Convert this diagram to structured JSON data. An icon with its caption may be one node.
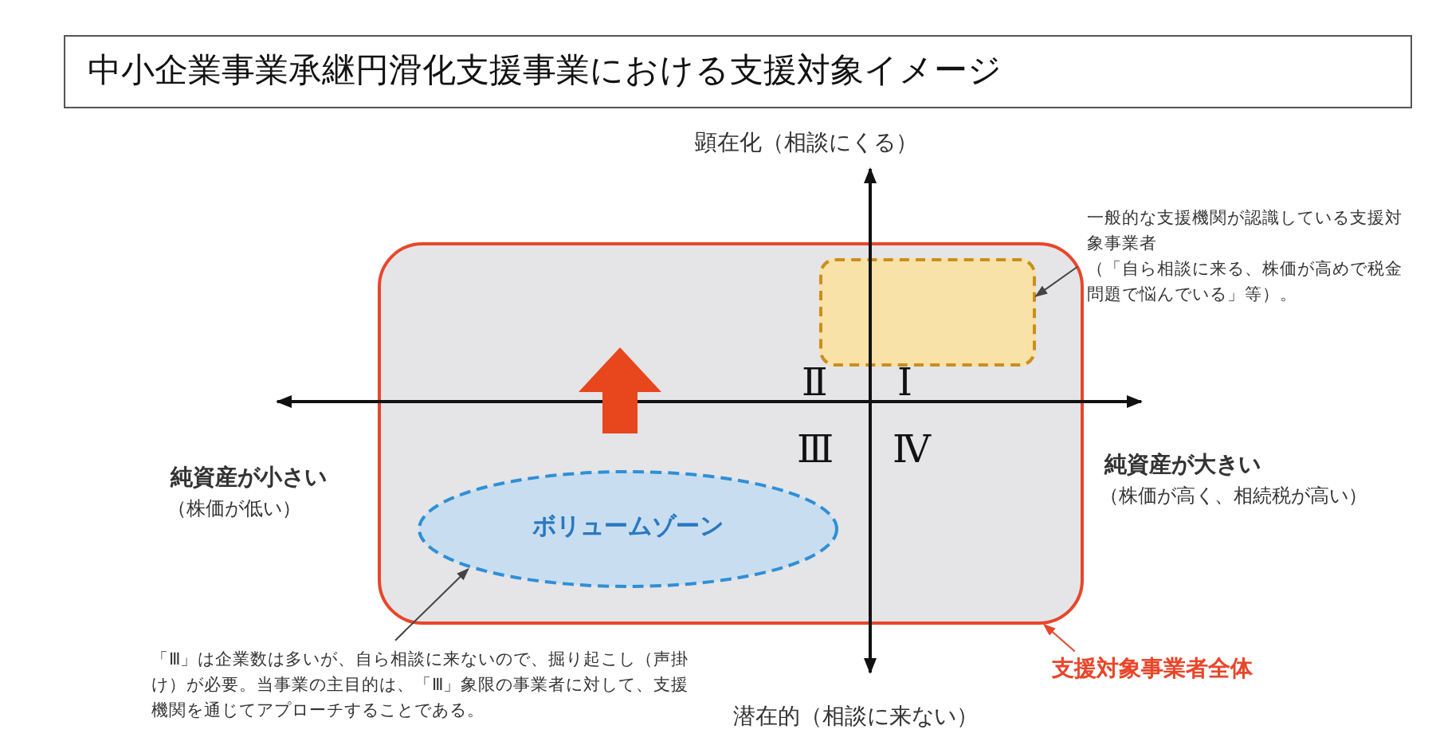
{
  "diagram": {
    "title": "中小企業事業承継円滑化支援事業における支援対象イメージ",
    "nodes": [
      {
        "text": [],
        "shape": "box"
      },
      {
        "text": [],
        "shape": "box",
        "in": 0
      },
      {
        "text": [
          "ボリュームゾーン"
        ],
        "in": 0
      },
      {
        "text": [
          "一般的な支援機関が認識している支援対象事業者",
          "（「自ら相談に来る、株価が高めで税金問題で悩んでいる」等）。"
        ]
      },
      {
        "text": [
          "「Ⅲ」は企業数は多いが、自ら相談に来ないので、掘り起こし（声掛け）が必要。当事業の主目的は、「Ⅲ」象限の事業者に対して、支援機関を通じてアプローチすることである。"
        ]
      },
      {
        "text": [
          "支援対象事業者全体"
        ]
      }
    ],
    "edges": [
      {
        "from": 3,
        "to": 1,
        "arrow": "to"
      },
      {
        "from": 4,
        "to": 2,
        "arrow": "to"
      },
      {
        "from": 5,
        "to": 0,
        "arrow": "to",
        "color": "#e8462a"
      }
    ],
    "labels": [
      "顕在化（相談にくる）",
      "Ⅱ",
      "Ⅰ",
      "Ⅲ",
      "Ⅳ",
      "純資産が小さい",
      "（株価が低い）",
      "純資産が大きい",
      "（株価が高く、相続税が高い）",
      "潜在的（相談に来ない）"
    ]
  }
}
